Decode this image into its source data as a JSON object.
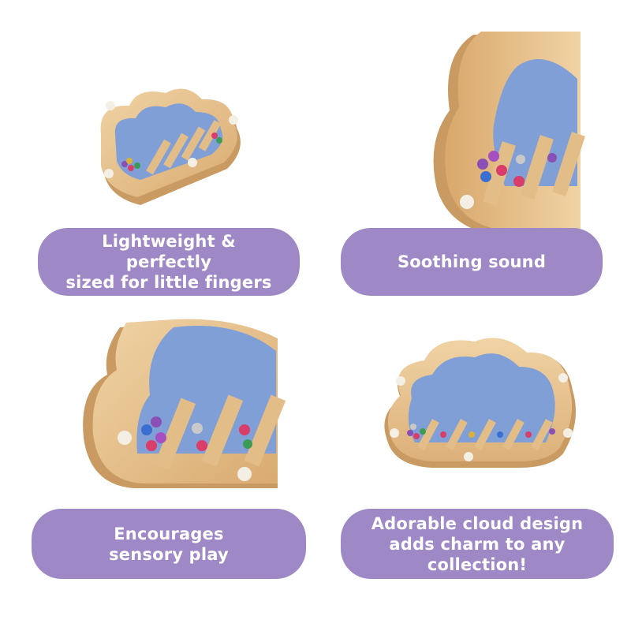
{
  "captions": {
    "feature_1": "Lightweight & perfectly\nsized for little fingers",
    "feature_2": "Soothing sound",
    "feature_3": "Encourages\nsensory play",
    "feature_4": "Adorable cloud design\nadds charm to any\ncollection!"
  },
  "colors": {
    "pill_background": "#9e88c6",
    "caption_text": "#ffffff",
    "wood": "#e8c594",
    "wood_edge": "#c99a62",
    "blue_panel": "#7f9fd6",
    "peg": "#f4efe4"
  }
}
